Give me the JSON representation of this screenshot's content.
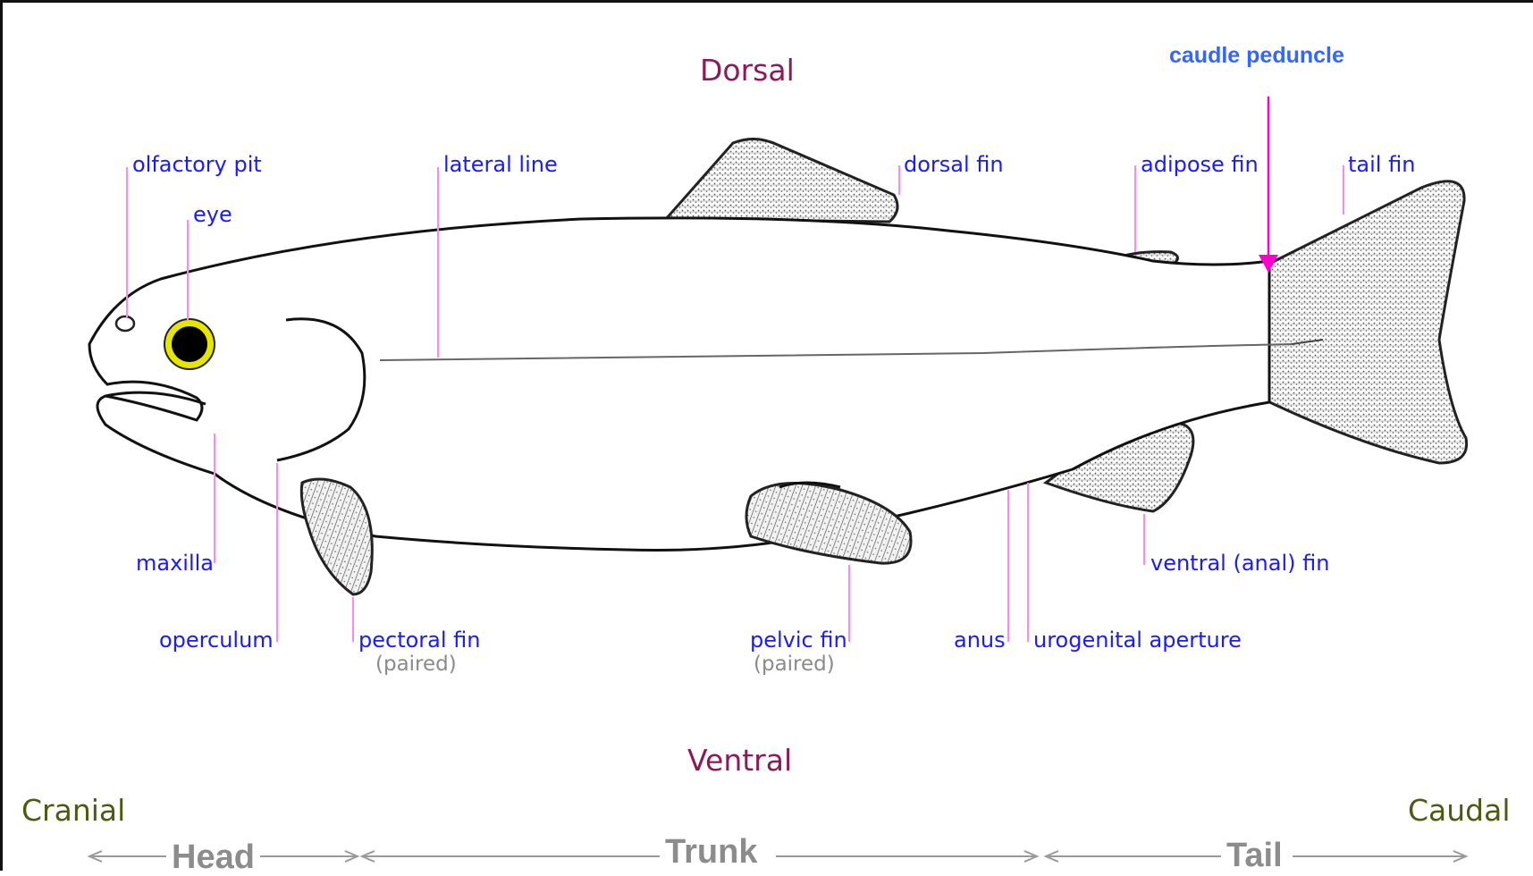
{
  "orientation": {
    "dorsal": "Dorsal",
    "ventral": "Ventral",
    "cranial": "Cranial",
    "caudal": "Caudal"
  },
  "regions": {
    "head": "Head",
    "trunk": "Trunk",
    "tail": "Tail"
  },
  "callout": {
    "caudle_peduncle": "caudle peduncle"
  },
  "labels": {
    "olfactory_pit": "olfactory pit",
    "eye": "eye",
    "lateral_line": "lateral line",
    "dorsal_fin": "dorsal fin",
    "adipose_fin": "adipose fin",
    "tail_fin": "tail fin",
    "maxilla": "maxilla",
    "operculum": "operculum",
    "pectoral_fin": "pectoral fin",
    "pectoral_fin_note": "(paired)",
    "pelvic_fin": "pelvic fin",
    "pelvic_fin_note": "(paired)",
    "anus": "anus",
    "urogenital_aperture": "urogenital aperture",
    "ventral_anal_fin": "ventral (anal) fin"
  },
  "colors": {
    "label": "#1a1aff",
    "leader_line": "#ff88ee",
    "callout_arrow": "#ff00cc",
    "orientation": "#8b1a5a",
    "axis": "#4d5a12",
    "eye_ring": "#e6e600"
  }
}
